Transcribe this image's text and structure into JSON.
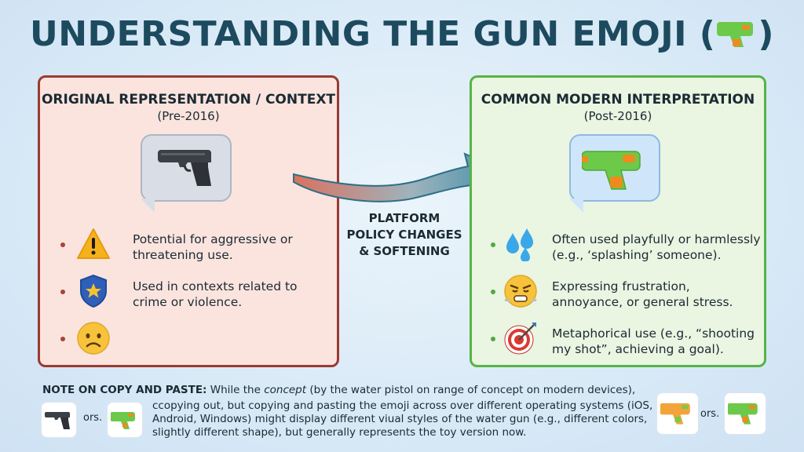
{
  "title": "UNDERSTANDING THE GUN EMOJI (",
  "title_close": ")",
  "left_panel": {
    "title": "ORIGINAL REPRESENTATION / CONTEXT",
    "subtitle": "(Pre-2016)",
    "items": [
      {
        "icon": "warning-icon",
        "text": "Potential for aggressive or threatening use."
      },
      {
        "icon": "police-badge-icon",
        "text": "Used in contexts related to crime or violence."
      },
      {
        "icon": "sad-face-icon",
        "text": ""
      }
    ]
  },
  "center": {
    "label_line1": "PLATFORM",
    "label_line2": "POLICY CHANGES",
    "label_line3": "& SOFTENING"
  },
  "right_panel": {
    "title": "COMMON MODERN INTERPRETATION",
    "subtitle": "(Post-2016)",
    "items": [
      {
        "icon": "water-drops-icon",
        "text": "Often used playfully or harmlessly (e.g., ‘splashing’ someone)."
      },
      {
        "icon": "frustrated-face-icon",
        "text": "Expressing frustration, annoyance, or general stress."
      },
      {
        "icon": "target-icon",
        "text": "Metaphorical use (e.g., “shooting my shot”, achieving a goal)."
      }
    ]
  },
  "note": {
    "label": "NOTE ON COPY AND PASTE:",
    "line1_a": "While the",
    "line1_concept": "concept",
    "line1_b": "(by the water pistol on range of concept on modern devices),",
    "line2": "ccopying out, but copying and pasting the emoji across over different operating systems (iOS, Android, Windows) might display different viual styles of the water gun (e.g., different colors, slightly different shape), but generally represents the toy version now.",
    "ors_left": "ors.",
    "ors_right": "ors."
  },
  "colors": {
    "title": "#1d4a5e",
    "left_border": "#9b3a32",
    "left_bg": "#fbe4de",
    "right_border": "#57b347",
    "right_bg": "#eaf5e2",
    "water_gun_green": "#6cc94a",
    "water_gun_orange": "#f08a1c"
  }
}
